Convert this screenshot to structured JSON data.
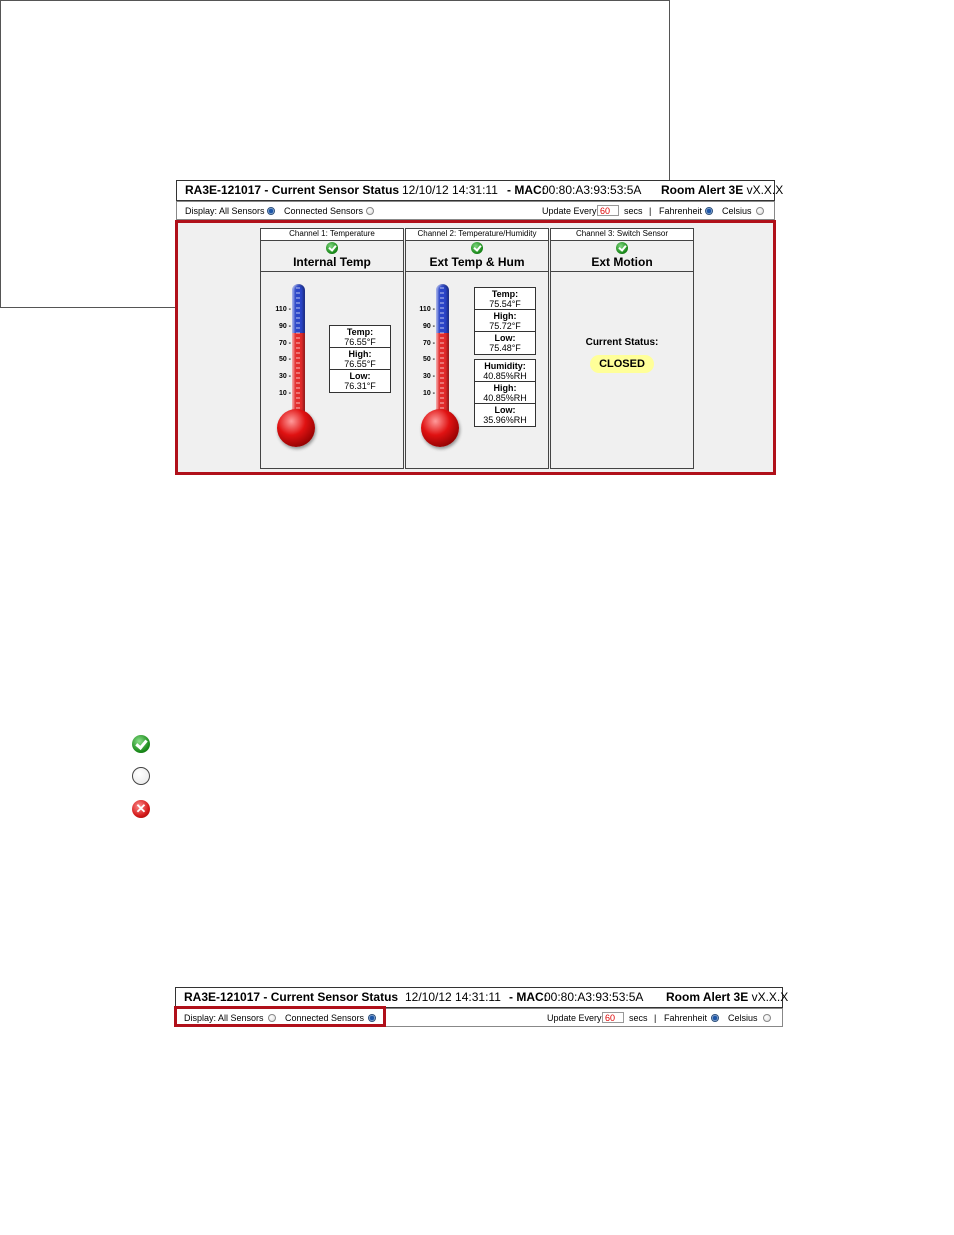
{
  "shot1": {
    "header": {
      "device": "RA3E-121017 - Current Sensor Status",
      "datetime": "12/10/12 14:31:11",
      "mac_label": "- MAC:",
      "mac": "00:80:A3:93:53:5A",
      "model": "Room Alert 3E",
      "version": "vX.X.X"
    },
    "controls": {
      "display_label": "Display: All Sensors",
      "connected_label": "Connected Sensors",
      "display_mode": "All Sensors",
      "update_label": "Update Every",
      "update_value": "60",
      "secs": "secs",
      "sep": "|",
      "fahrenheit": "Fahrenheit",
      "celsius": "Celsius",
      "unit_selected": "Fahrenheit"
    },
    "channels": [
      {
        "caption": "Channel 1: Temperature",
        "name": "Internal Temp",
        "ticks": [
          "110 -",
          "90 -",
          "70 -",
          "50 -",
          "30 -",
          "10 -"
        ],
        "readings": [
          {
            "label": "Temp:",
            "value": "76.55°F"
          },
          {
            "label": "High:",
            "value": "76.55°F"
          },
          {
            "label": "Low:",
            "value": "76.31°F"
          }
        ]
      },
      {
        "caption": "Channel 2: Temperature/Humidity",
        "name": "Ext Temp & Hum",
        "ticks": [
          "110 -",
          "90 -",
          "70 -",
          "50 -",
          "30 -",
          "10 -"
        ],
        "readings": [
          {
            "label": "Temp:",
            "value": "75.54°F"
          },
          {
            "label": "High:",
            "value": "75.72°F"
          },
          {
            "label": "Low:",
            "value": "75.48°F"
          }
        ],
        "humidity": [
          {
            "label": "Humidity:",
            "value": "40.85%RH"
          },
          {
            "label": "High:",
            "value": "40.85%RH"
          },
          {
            "label": "Low:",
            "value": "35.96%RH"
          }
        ]
      },
      {
        "caption": "Channel 3: Switch Sensor",
        "name": "Ext Motion",
        "status_label": "Current Status:",
        "status": "CLOSED"
      }
    ]
  },
  "legend": {
    "icons": [
      "check-circle-icon",
      "empty-circle-icon",
      "error-x-icon"
    ],
    "err_glyph": "✕"
  },
  "shot2": {
    "header": {
      "device": "RA3E-121017 - Current Sensor Status",
      "datetime": "12/10/12 14:31:11",
      "mac_label": "- MAC:",
      "mac": "00:80:A3:93:53:5A",
      "model": "Room Alert 3E",
      "version": "vX.X.X"
    },
    "controls": {
      "display_label": "Display: All Sensors",
      "connected_label": "Connected Sensors",
      "display_mode": "Connected Sensors",
      "update_label": "Update Every",
      "update_value": "60",
      "secs": "secs",
      "sep": "|",
      "fahrenheit": "Fahrenheit",
      "celsius": "Celsius",
      "unit_selected": "Fahrenheit"
    }
  },
  "colors": {
    "highlight": "#b0101a",
    "ok": "#1a8a1a",
    "error": "#d41a1a",
    "status_bg": "#ffff99"
  }
}
